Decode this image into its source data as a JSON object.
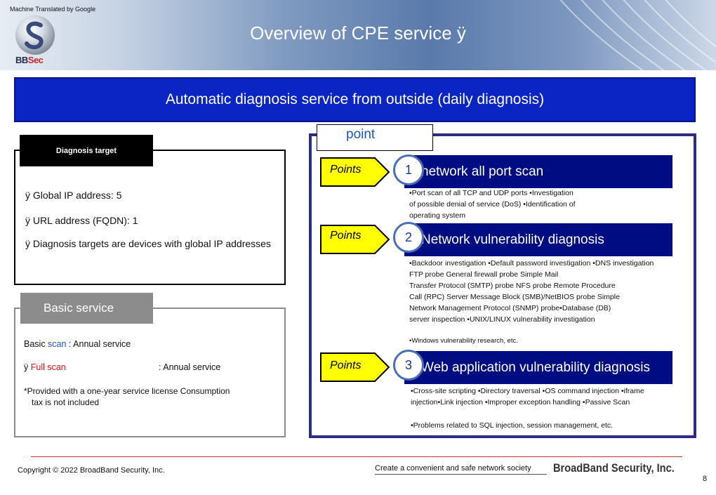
{
  "header": {
    "translation_note": "Machine Translated by Google",
    "logo_text_main": "BB",
    "logo_text_accent": "Sec",
    "title": "Overview of CPE service ÿ"
  },
  "banner": {
    "text": "Automatic diagnosis service from outside (daily diagnosis)"
  },
  "diagnosis_target": {
    "tag": "Diagnosis target",
    "lines": [
      "ÿ Global IP address: 5",
      "ÿ URL address (FQDN): 1",
      "ÿ Diagnosis targets are devices with global IP addresses"
    ]
  },
  "basic_service": {
    "tag": "Basic service",
    "basic_prefix": "Basic ",
    "basic_scan": "scan",
    "basic_suffix": " : Annual service",
    "full_prefix": "ÿ ",
    "full_scan": "Full scan",
    "full_suffix": ": Annual service",
    "note_line1": "*Provided with a one-year service license Consumption",
    "note_line2": "tax is not included"
  },
  "points": {
    "tag": "point",
    "items": [
      {
        "label": "Points",
        "number": "1",
        "title": "network all port scan",
        "desc": [
          "•Port scan of all TCP and UDP ports •Investigation",
          "of possible denial of service (DoS) •Identification of",
          "operating system"
        ]
      },
      {
        "label": "Points",
        "number": "2",
        "title": "Network vulnerability diagnosis",
        "desc": [
          "•Backdoor investigation •Default password investigation •DNS investigation",
          "FTP probe General firewall probe Simple Mail",
          "Transfer Protocol (SMTP) probe NFS probe Remote Procedure",
          "Call (RPC) Server Message Block (SMB)/NetBIOS probe Simple",
          "Network Management Protocol (SNMP) probe•Database (DB)",
          "server inspection •UNIX/LINUX vulnerability investigation",
          "•Windows vulnerability research, etc."
        ]
      },
      {
        "label": "Points",
        "number": "3",
        "title": "Web application vulnerability diagnosis",
        "desc": [
          "•Cross-site scripting •Directory traversal •OS command injection •iframe",
          "injection•Link injection •Improper exception handling •Passive Scan",
          "•Problems related to SQL injection, session management, etc."
        ]
      }
    ]
  },
  "footer": {
    "copyright": "Copyright © 2022 BroadBand Security, Inc.",
    "tagline": "Create a convenient and safe network society",
    "company": "BroadBand Security, Inc.",
    "page": "8"
  },
  "colors": {
    "banner": "#0b24c4",
    "point_bar": "#000c82",
    "arrow": "#ffff00",
    "accent_blue": "#1c57c4",
    "accent_red": "#e01010"
  }
}
